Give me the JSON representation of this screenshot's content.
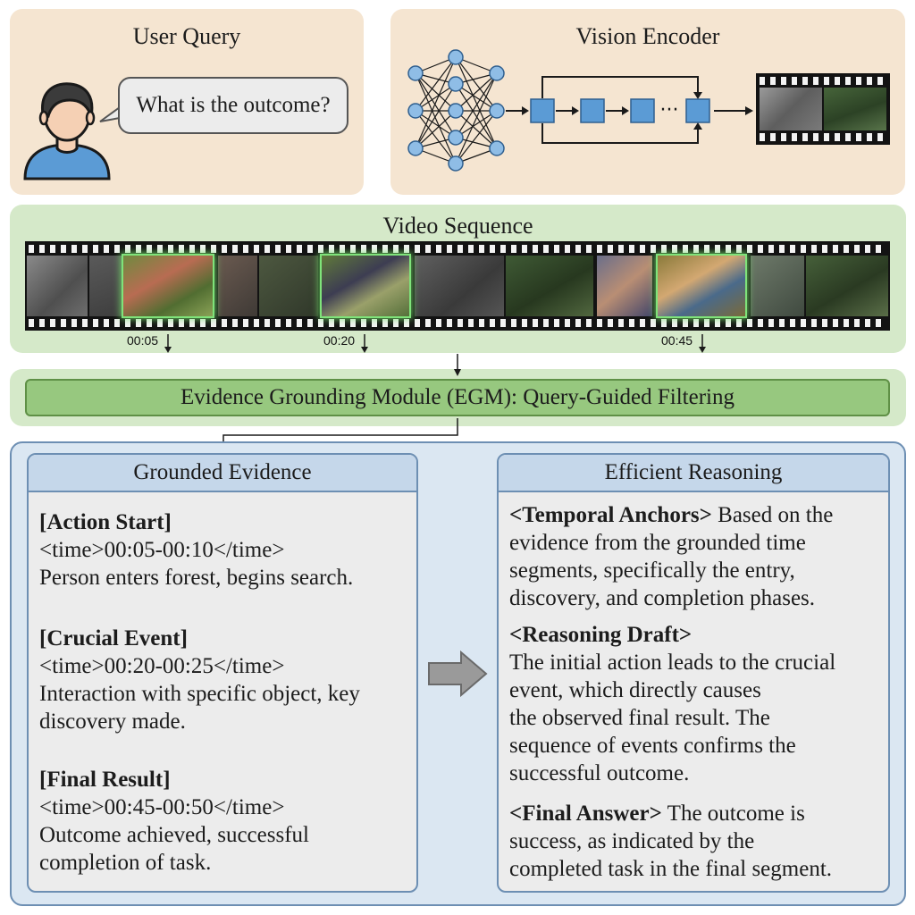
{
  "user_query": {
    "title": "User Query",
    "question": "What is the outcome?"
  },
  "vision_encoder": {
    "title": "Vision Encoder",
    "ellipsis": "···"
  },
  "video_sequence": {
    "title": "Video Sequence",
    "timestamps": [
      "00:05",
      "00:20",
      "00:45"
    ]
  },
  "egm": {
    "label": "Evidence Grounding Module (EGM): Query-Guided Filtering"
  },
  "grounded_evidence": {
    "title": "Grounded Evidence",
    "items": [
      {
        "heading": "[Action Start]",
        "time": "<time>00:05-00:10</time>",
        "lines": [
          "Person enters forest, begins search."
        ]
      },
      {
        "heading": "[Crucial Event]",
        "time": "<time>00:20-00:25</time>",
        "lines": [
          "Interaction with specific object, key",
          "discovery made."
        ]
      },
      {
        "heading": "[Final Result]",
        "time": "<time>00:45-00:50</time>",
        "lines": [
          "Outcome achieved, successful",
          "completion of task."
        ]
      }
    ]
  },
  "efficient_reasoning": {
    "title": "Efficient Reasoning",
    "sections": [
      {
        "tag": "<Temporal Anchors>",
        "first": " Based on the",
        "lines": [
          "evidence from the grounded time",
          "segments, specifically the entry,",
          "discovery, and completion phases."
        ]
      },
      {
        "tag": "<Reasoning Draft>",
        "first": "",
        "lines": [
          "The initial action leads to the crucial",
          "event, which directly causes",
          "the observed final result. The",
          "sequence of events confirms the",
          "successful outcome."
        ]
      },
      {
        "tag": "<Final Answer>",
        "first": " The outcome is",
        "lines": [
          "success, as indicated by the",
          "completed task in the final segment."
        ]
      }
    ]
  },
  "colors": {
    "beige_panel": "#f5e5d1",
    "green_panel": "#d5e9c9",
    "blue_panel": "#dbe7f2",
    "egm_bar": "#97c87f",
    "highlight": "#7fe37a",
    "node_blue": "#5b9bd5"
  }
}
